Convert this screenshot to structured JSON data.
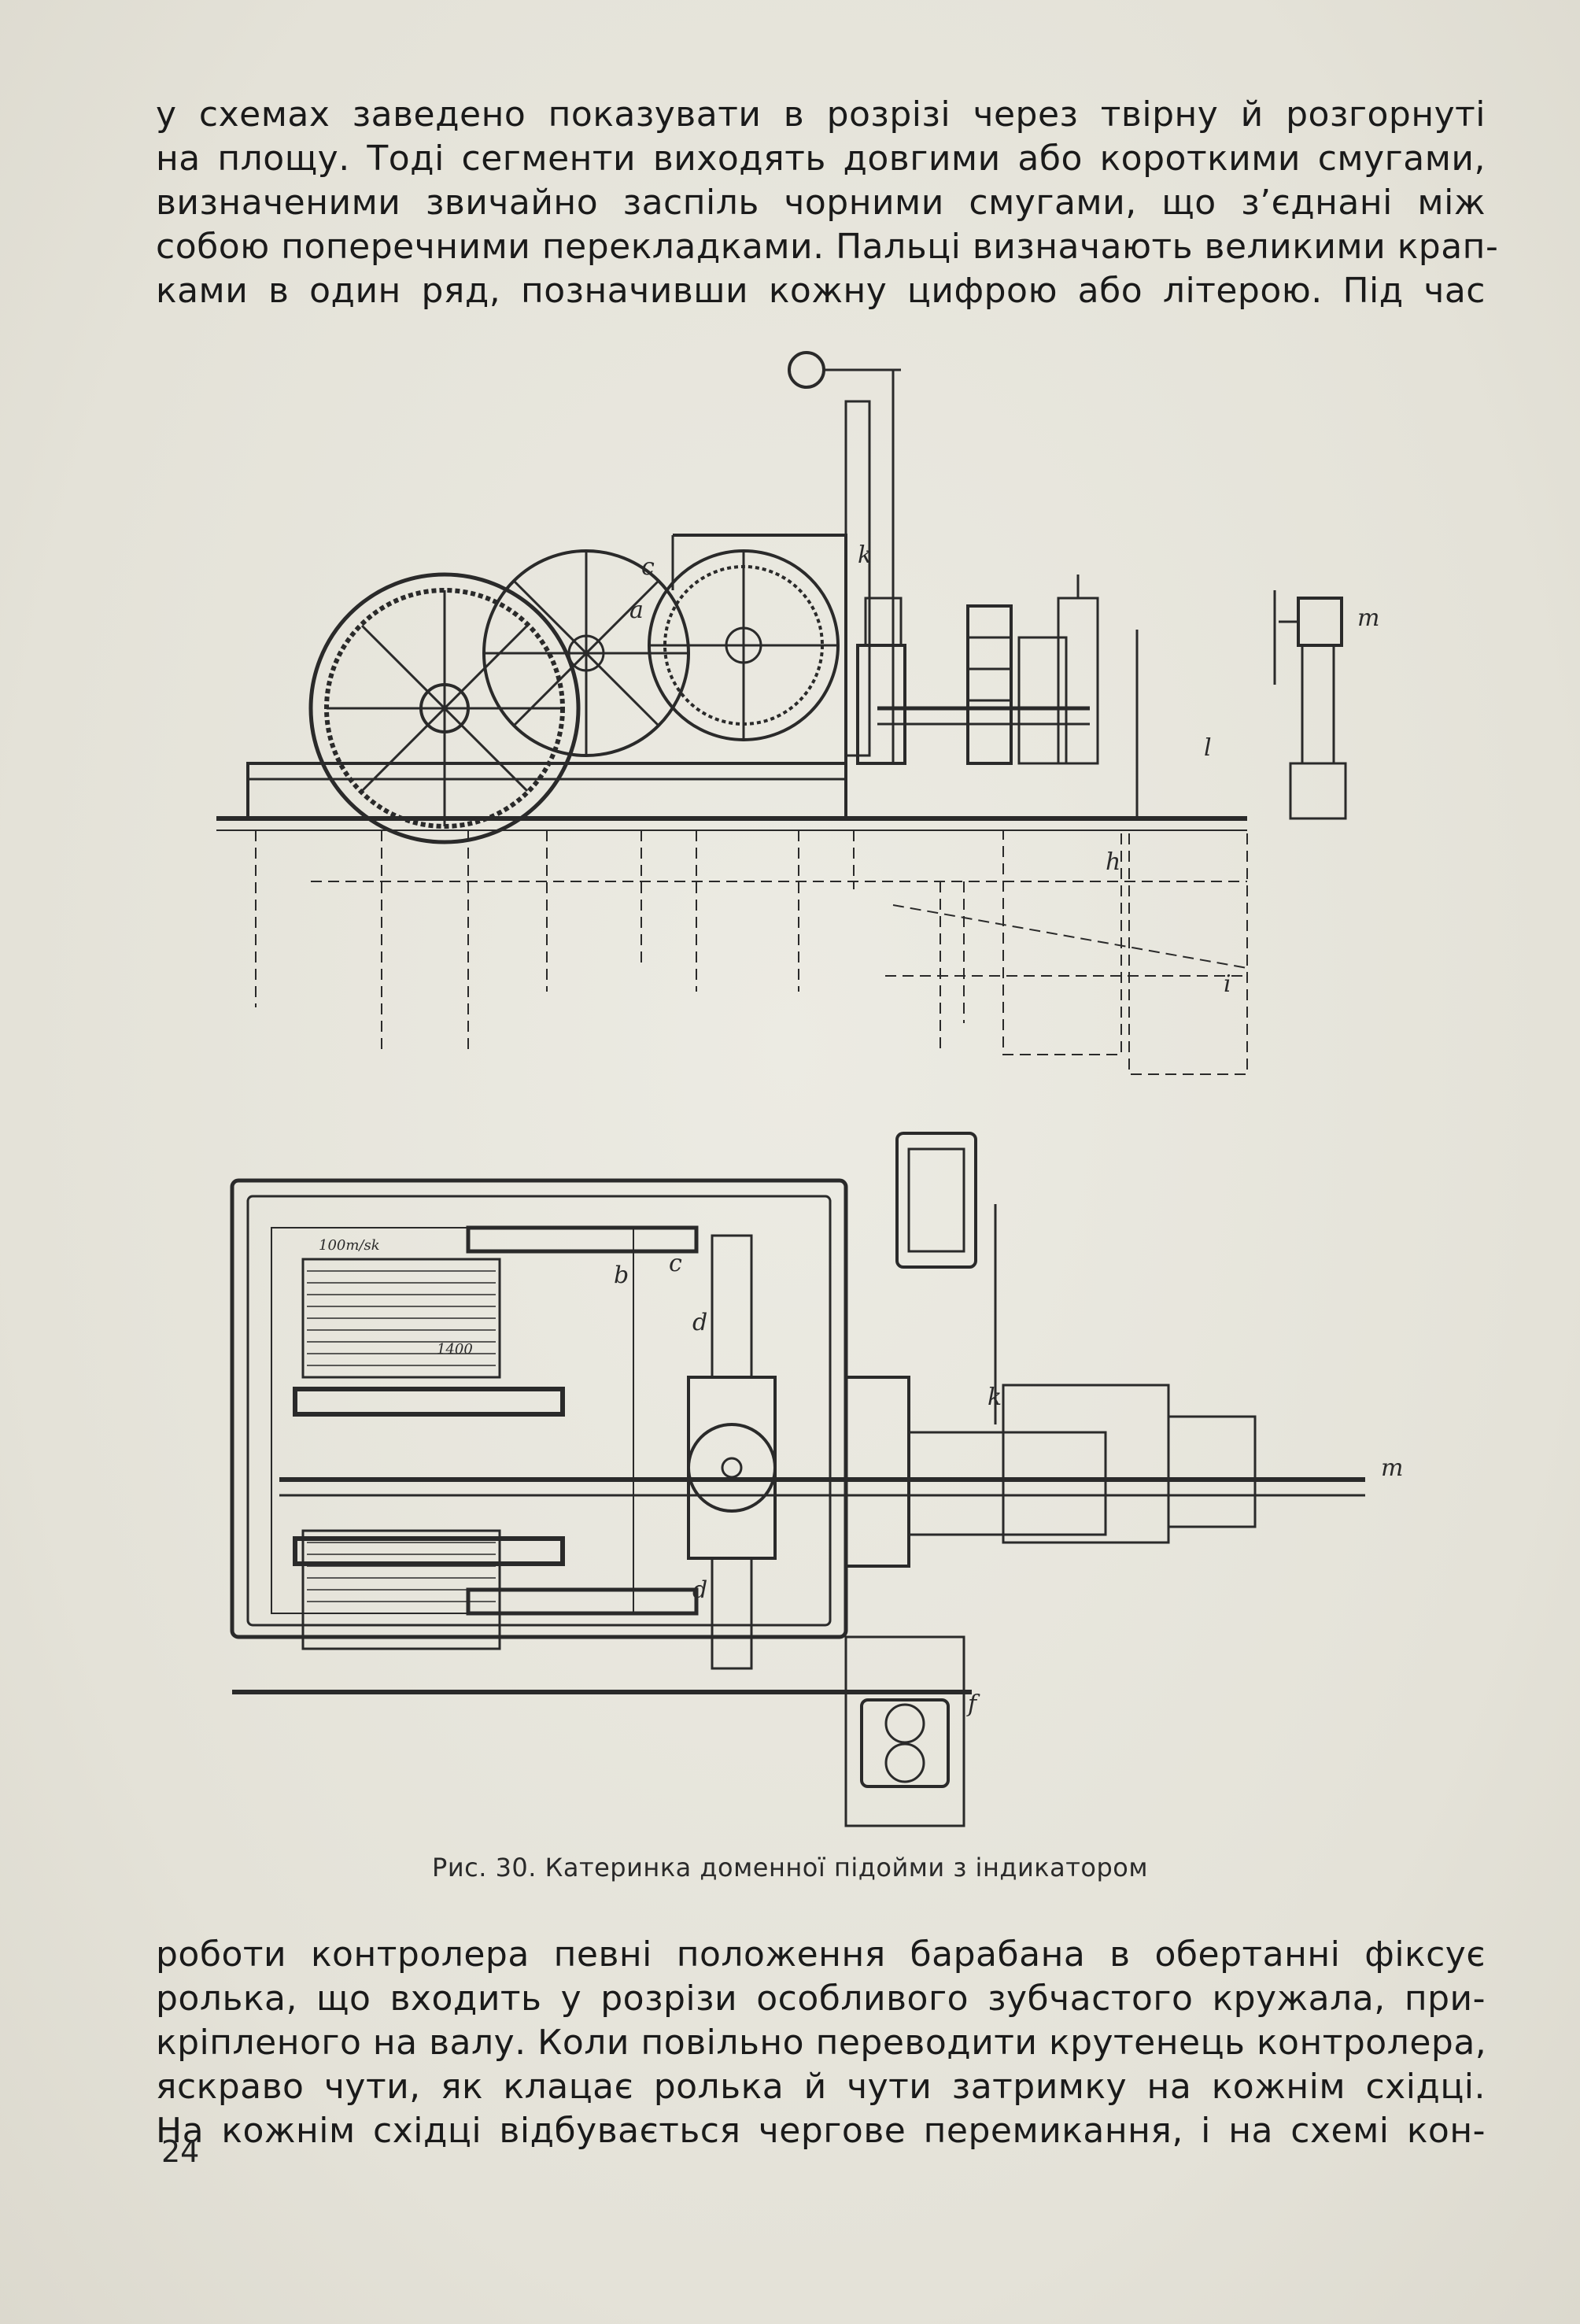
{
  "paragraph_top": {
    "lines": [
      "у схемах заведено показувати в розрізі через твірну й розгорнуті",
      "на площу. Тоді сегменти виходять довгими або короткими смугами,",
      "визначеними звичайно заспіль чорними смугами, що з’єднані між",
      "собою поперечними перекладками. Пальці визначають великими крап-",
      "ками в один ряд, позначивши кожну цифрою або літерою. Під час"
    ]
  },
  "figure": {
    "caption": "Рис. 30. Катеринка доменної підойми з індикатором",
    "labels": {
      "a": "a",
      "c": "c",
      "k": "k",
      "i": "i",
      "l": "l",
      "m": "m",
      "h": "h",
      "b": "b",
      "d": "d",
      "f": "f",
      "scale": "1400",
      "speed": "100m/sk"
    }
  },
  "paragraph_bottom": {
    "lines": [
      "роботи контролера певні положення барабана в обертанні фіксує",
      "ролька, що входить у розрізи особливого зубчастого кружала, при-",
      "кріпленого на валу. Коли повільно переводити крутенець контролера,",
      "яскраво чути, як клацає ролька й чути затримку на кожнім східці.",
      "На кожнім східці відбувається чергове перемикання, і на схемі кон-"
    ]
  },
  "page_number": "24"
}
